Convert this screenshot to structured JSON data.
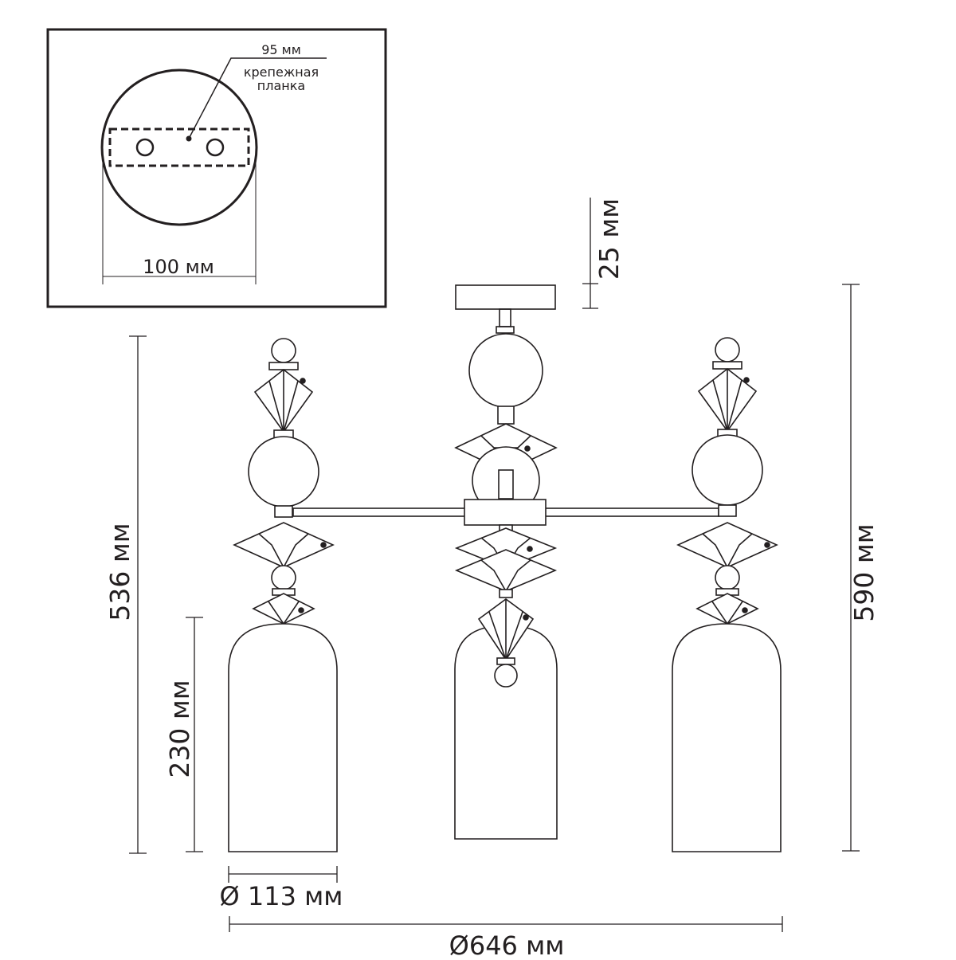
{
  "inset": {
    "plate_label_width": "95 мм",
    "plate_label_line1": "крепежная",
    "plate_label_line2": "планка",
    "base_diameter_label": "100 мм"
  },
  "dimensions": {
    "mount_height": "25 мм",
    "arm_height": "536 мм",
    "total_height": "590 мм",
    "shade_height": "230 мм",
    "shade_diameter": "Ø 113 мм",
    "overall_diameter": "Ø646 мм"
  },
  "colors": {
    "line": "#231f20",
    "background": "#ffffff"
  }
}
